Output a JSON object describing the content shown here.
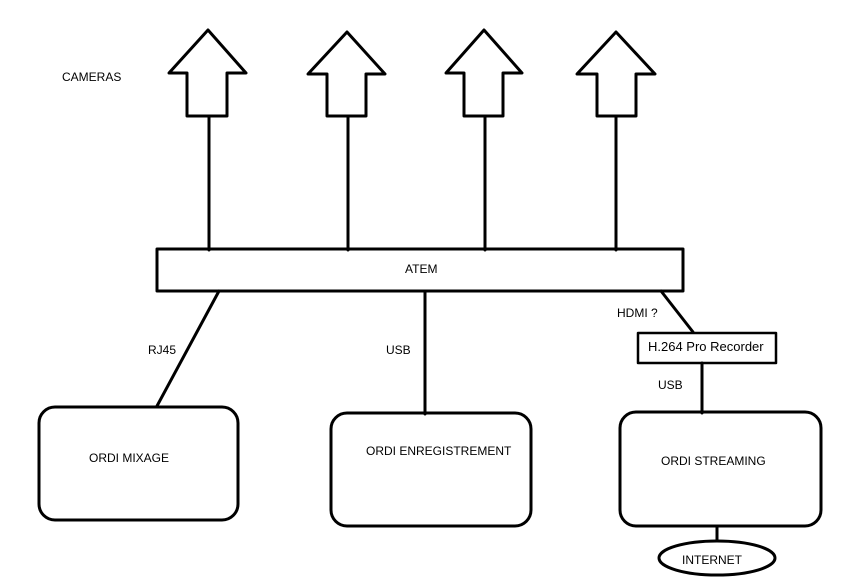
{
  "labels": {
    "cameras": "CAMERAS",
    "atem": "ATEM",
    "rj45": "RJ45",
    "usb_left": "USB",
    "hdmi": "HDMI  ?",
    "recorder": "H.264 Pro Recorder",
    "usb_right": "USB",
    "ordi_mixage": "ORDI MIXAGE",
    "ordi_enregistrement": "ORDI ENREGISTREMENT",
    "ordi_streaming": "ORDI STREAMING",
    "internet": "INTERNET"
  },
  "colors": {
    "stroke": "#000000",
    "background": "#ffffff"
  }
}
